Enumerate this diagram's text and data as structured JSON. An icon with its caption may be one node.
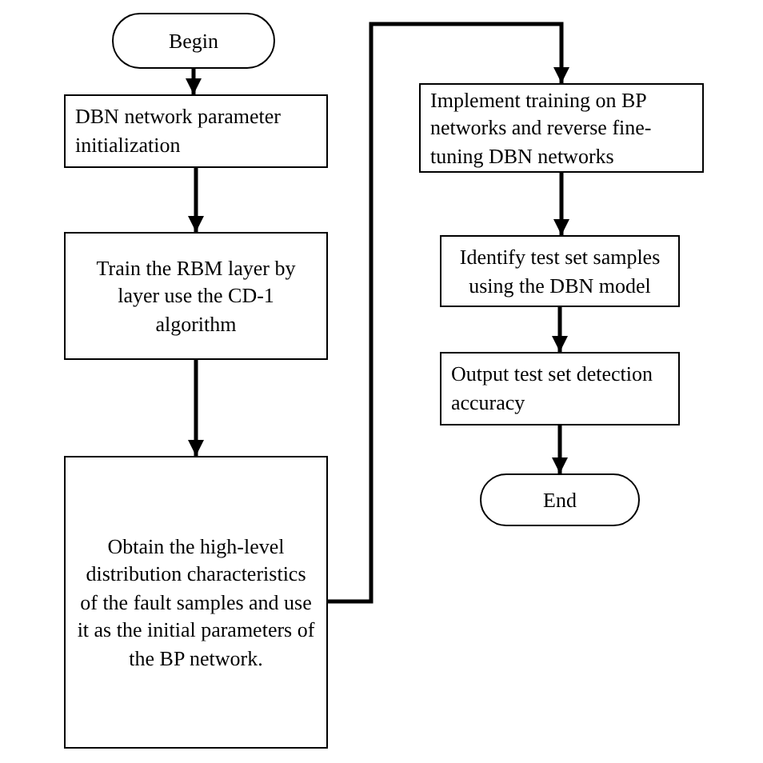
{
  "diagram": {
    "nodes": [
      {
        "text": [
          "Begin"
        ]
      },
      {
        "text": [
          "DBN network parameter initialization"
        ]
      },
      {
        "text": [
          "Train the RBM layer by layer use the CD-1 algorithm"
        ]
      },
      {
        "text": [
          "Obtain the high-level distribution characteristics of the fault samples and use it as the initial parameters of the BP network."
        ]
      },
      {
        "text": [
          "Implement training on BP networks and reverse fine-tuning DBN networks"
        ]
      },
      {
        "text": [
          "Identify test set samples using the DBN model"
        ]
      },
      {
        "text": [
          "Output test set detection accuracy"
        ]
      },
      {
        "text": [
          "End"
        ]
      }
    ],
    "edges": [
      {
        "from": 0,
        "to": 1,
        "arrow": "to"
      },
      {
        "from": 1,
        "to": 2,
        "arrow": "to"
      },
      {
        "from": 2,
        "to": 3,
        "arrow": "to"
      },
      {
        "from": 3,
        "to": 4,
        "arrow": "to"
      },
      {
        "from": 4,
        "to": 5,
        "arrow": "to"
      },
      {
        "from": 5,
        "to": 6,
        "arrow": "to"
      },
      {
        "from": 6,
        "to": 7,
        "arrow": "to"
      }
    ]
  }
}
